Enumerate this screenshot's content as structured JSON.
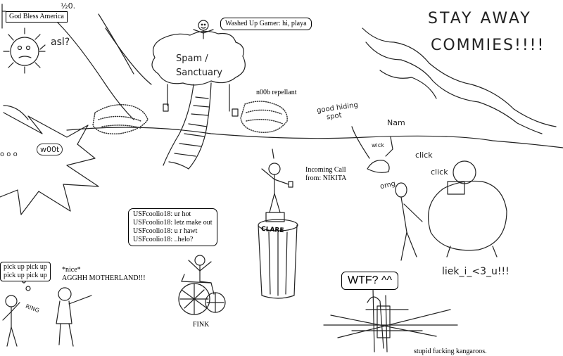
{
  "banner": {
    "text": "God Bless America",
    "scribble": "½0."
  },
  "sun": {
    "speech": "asl?"
  },
  "tree": {
    "label_line1": "Spam /",
    "label_line2": "Sanctuary",
    "repellant": "n00b repellant"
  },
  "gamer_bubble": {
    "text": "Washed Up Gamer: hi, playa"
  },
  "commies": {
    "line1": "STAY AWAY",
    "line2": "COMMIES!!!!"
  },
  "explosion": {
    "text": "w00t",
    "puffs": "o o o"
  },
  "hiding": {
    "line1": "good hiding",
    "line2": "spot",
    "nam": "Nam",
    "wick": "wick"
  },
  "clicks": {
    "top": "click",
    "bottom": "click",
    "omg": "omg",
    "liek": "liek_i_<3_u!!!"
  },
  "phone_call": {
    "line1": "Incoming Call",
    "line2": "from: NIKITA"
  },
  "statue": {
    "base_label": "CLARE"
  },
  "chat": {
    "lines": [
      "USFcoolio18: ur hot",
      "USFcoolio18: letz make out",
      "USFcoolio18: u r hawt",
      "USFcoolio18: ..helo?"
    ]
  },
  "wheelchair": {
    "name": "FINK"
  },
  "pickup": {
    "lines": [
      "pick up pick up",
      "pick up pick up"
    ],
    "ring": "RING"
  },
  "motherland": {
    "line1": "*nice*",
    "line2": "AGGHH MOTHERLAND!!!"
  },
  "wtf": {
    "text": "WTF? ^^"
  },
  "kangaroos": {
    "caption": "stupid fucking kangaroos."
  }
}
